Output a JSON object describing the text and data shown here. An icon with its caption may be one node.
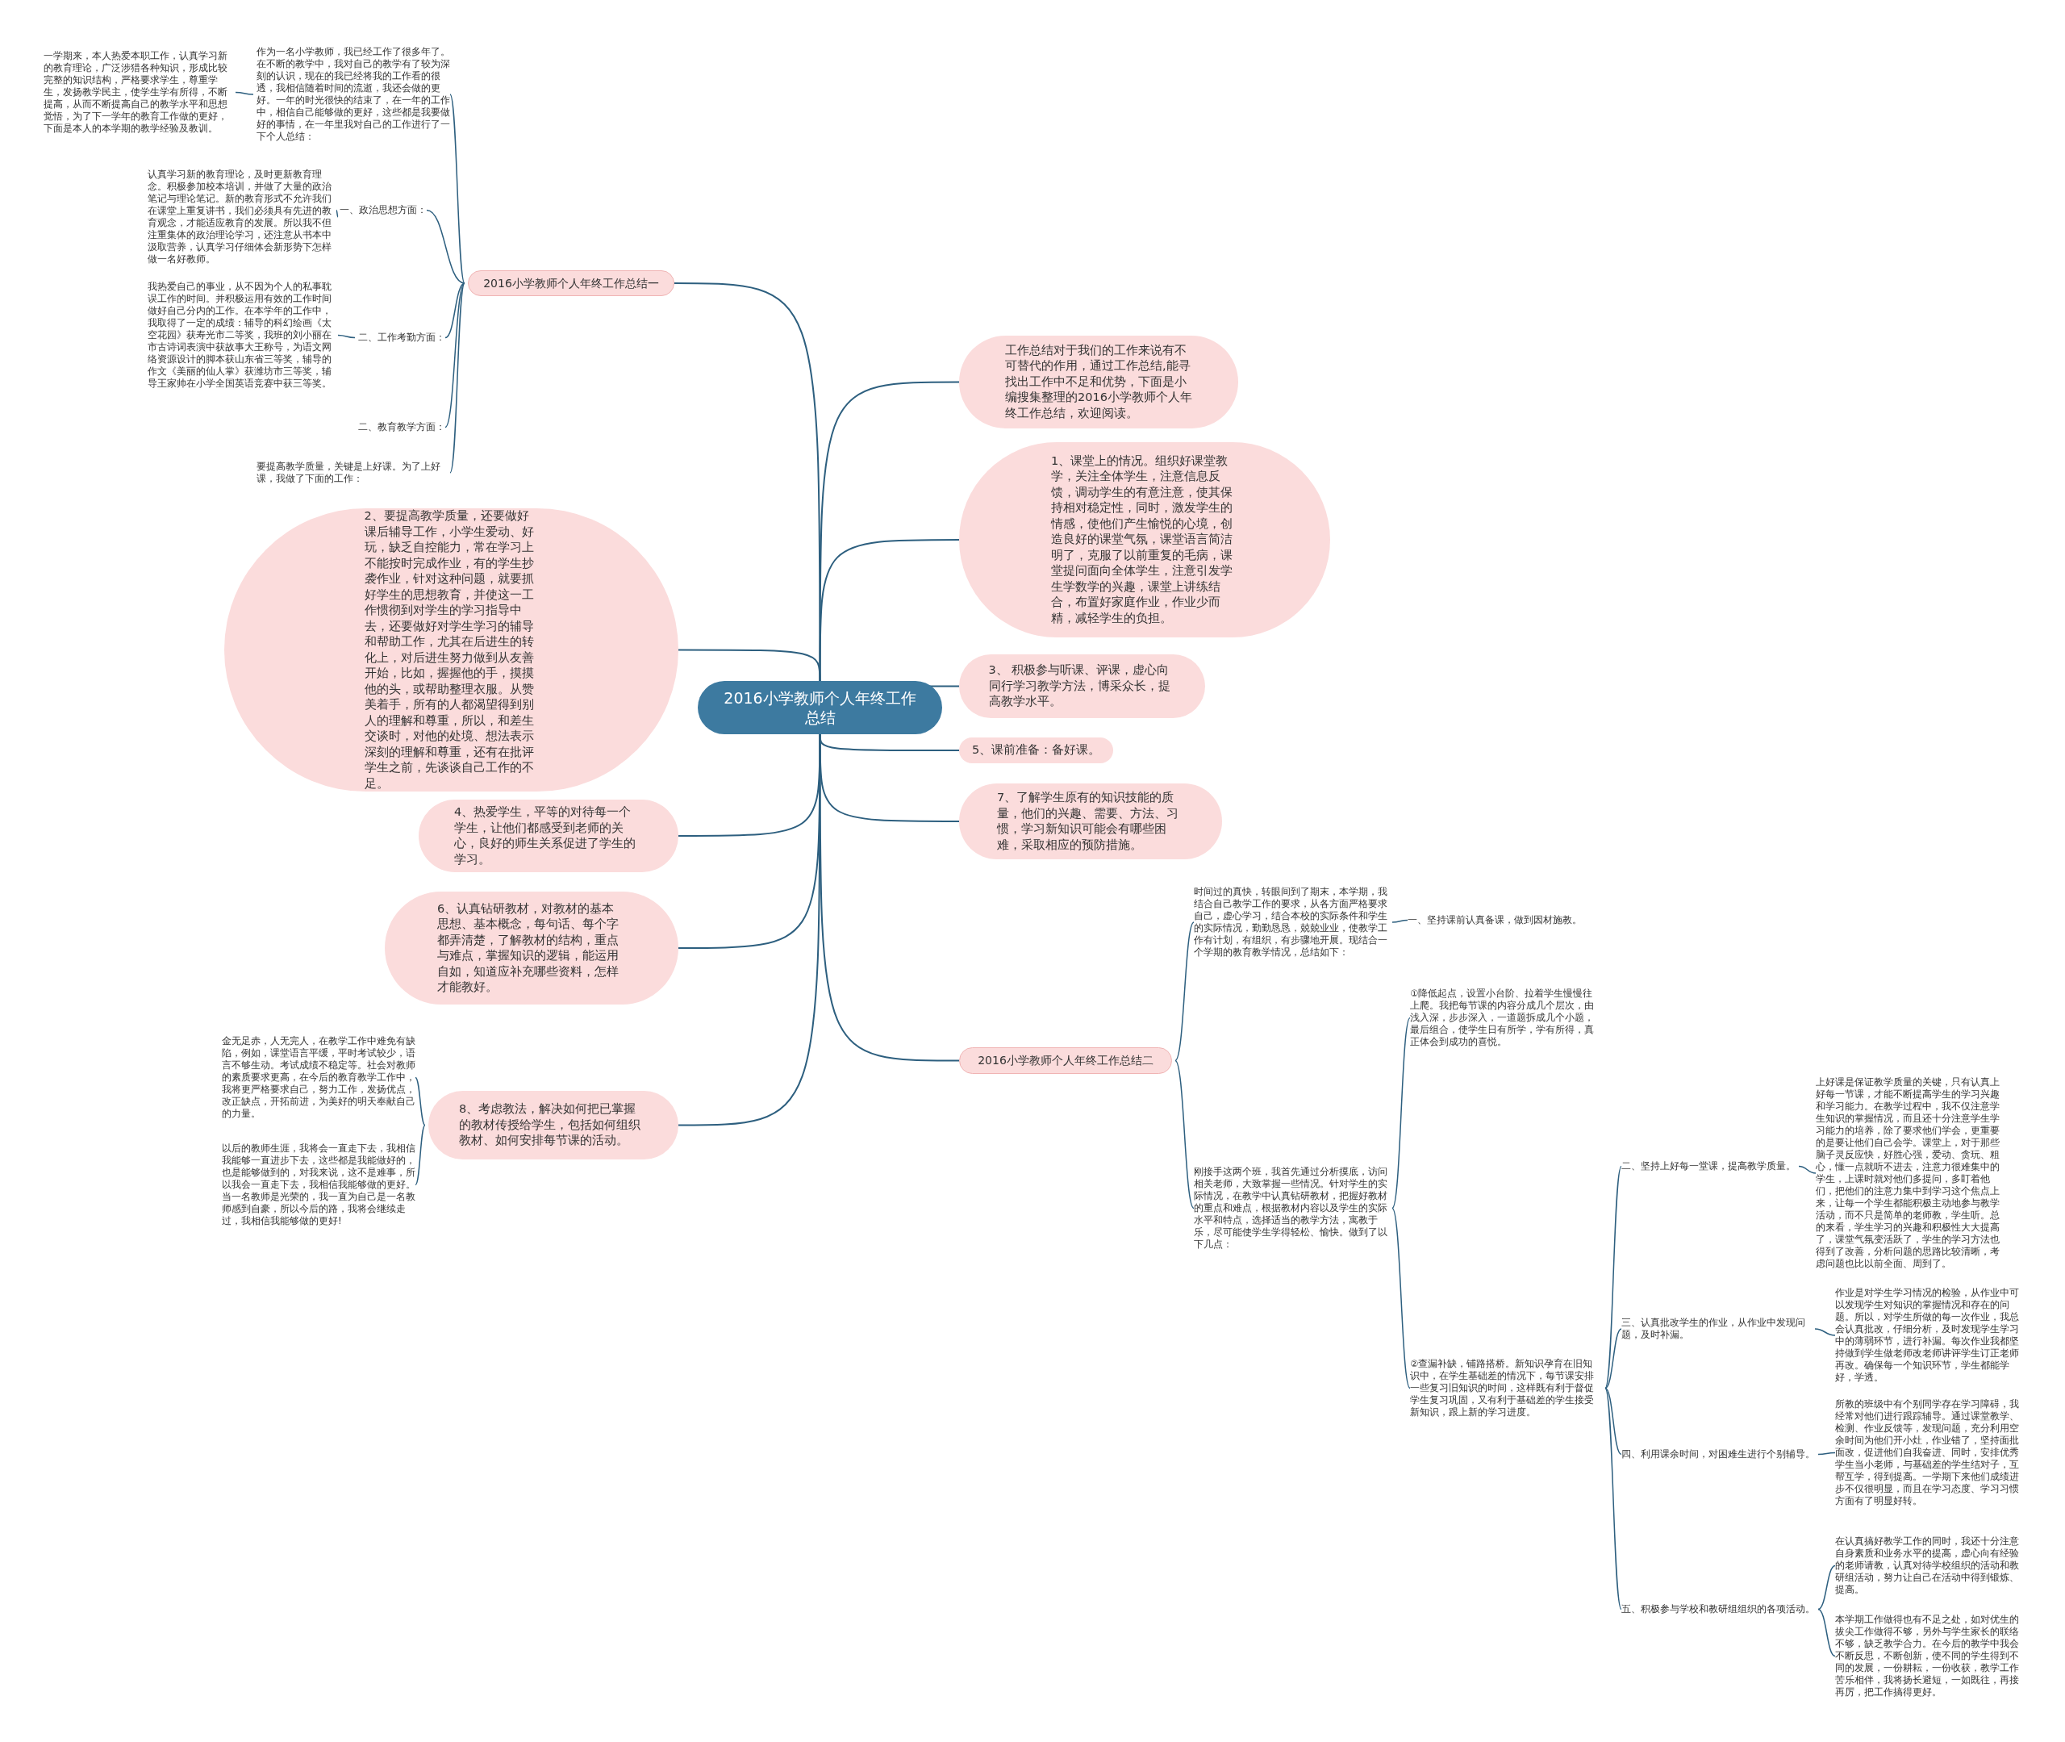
{
  "diagram": {
    "nodes": [
      {
        "text": [
          "2016小学教师个人年终工作总结"
        ]
      },
      {
        "text": [
          "2016小学教师个人年终工作总结一"
        ]
      },
      {
        "text": [
          "作为一名小学教师，我已经工作了很多年了。在不断的教学中，我对自己的教学有了较为深刻的认识，现在的我已经将我的工作看的很透，我相信随着时间的流逝，我还会做的更好。一年的时光很快的结束了，在一年的工作中，相信自己能够做的更好，这些都是我要做好的事情，在一年里我对自己的工作进行了一下个人总结："
        ]
      },
      {
        "text": [
          "一学期来，本人热爱本职工作，认真学习新的教育理论，广泛涉猎各种知识，形成比较完整的知识结构，严格要求学生，尊重学生，发扬教学民主，使学生学有所得，不断提高，从而不断提高自己的教学水平和思想觉悟，为了下一学年的教育工作做的更好，下面是本人的本学期的教学经验及教训。"
        ]
      },
      {
        "text": [
          "一、政治思想方面："
        ]
      },
      {
        "text": [
          "认真学习新的教育理论，及时更新教育理念。积极参加校本培训，并做了大量的政治笔记与理论笔记。新的教育形式不允许我们在课堂上重复讲书，我们必须具有先进的教育观念，才能适应教育的发展。所以我不但注重集体的政治理论学习，还注意从书本中汲取营养，认真学习仔细体会新形势下怎样做一名好教师。"
        ]
      },
      {
        "text": [
          "二、工作考勤方面："
        ]
      },
      {
        "text": [
          "我热爱自己的事业，从不因为个人的私事耽误工作的时间。并积极运用有效的工作时间做好自己分内的工作。在本学年的工作中，我取得了一定的成绩：辅导的科幻绘画《太空花园》获寿光市二等奖，我班的刘小丽在市古诗词表演中获故事大王称号，为语文网络资源设计的脚本获山东省三等奖，辅导的作文《美丽的仙人掌》获潍坊市三等奖，辅导王家帅在小学全国英语竞赛中获三等奖。"
        ]
      },
      {
        "text": [
          "二、教育教学方面："
        ]
      },
      {
        "text": [
          "要提高教学质量，关键是上好课。为了上好课，我做了下面的工作："
        ]
      },
      {
        "text": [
          "2、要提高教学质量，还要做好课后辅导工作，小学生爱动、好玩，缺乏自控能力，常在学习上不能按时完成作业，有的学生抄袭作业，针对这种问题，就要抓好学生的思想教育，并使这一工作惯彻到对学生的学习指导中去，还要做好对学生学习的辅导和帮助工作，尤其在后进生的转化上，对后进生努力做到从友善开始，比如，握握他的手，摸摸他的头，或帮助整理衣服。从赞美着手，所有的人都渴望得到别人的理解和尊重，所以，和差生交谈时，对他的处境、想法表示深刻的理解和尊重，还有在批评学生之前，先谈谈自己工作的不足。"
        ]
      },
      {
        "text": [
          "4、热爱学生，平等的对待每一个学生，让他们都感受到老师的关心，良好的师生关系促进了学生的学习。"
        ]
      },
      {
        "text": [
          "6、认真钻研教材，对教材的基本思想、基本概念，每句话、每个字都弄清楚，了解教材的结构，重点与难点，掌握知识的逻辑，能运用自如，知道应补充哪些资料，怎样才能教好。"
        ]
      },
      {
        "text": [
          "8、考虑教法，解决如何把已掌握的教材传授给学生，包括如何组织教材、如何安排每节课的活动。"
        ]
      },
      {
        "text": [
          "金无足赤，人无完人，在教学工作中难免有缺陷，例如，课堂语言平缓，平时考试较少，语言不够生动。考试成绩不稳定等。社会对教师的素质要求更高，在今后的教育教学工作中，我将更严格要求自己，努力工作，发扬优点，改正缺点，开拓前进，为美好的明天奉献自己的力量。"
        ]
      },
      {
        "text": [
          "以后的教师生涯，我将会一直走下去，我相信我能够一直进步下去，这些都是我能做好的，也是能够做到的，对我来说，这不是难事，所以我会一直走下去，我相信我能够做的更好。当一名教师是光荣的，我一直为自己是一名教师感到自豪，所以今后的路，我将会继续走过，我相信我能够做的更好!"
        ]
      },
      {
        "text": [
          "工作总结对于我们的工作来说有不可替代的作用，通过工作总结,能寻找出工作中不足和优势，下面是小编搜集整理的2016小学教师个人年终工作总结，欢迎阅读。"
        ]
      },
      {
        "text": [
          "1、课堂上的情况。组织好课堂教学，关注全体学生，注意信息反馈，调动学生的有意注意，使其保持相对稳定性，同时，激发学生的情感，使他们产生愉悦的心境，创造良好的课堂气氛，课堂语言简洁明了，克服了以前重复的毛病，课堂提问面向全体学生，注意引发学生学数学的兴趣，课堂上讲练结合，布置好家庭作业，作业少而精，减轻学生的负担。"
        ]
      },
      {
        "text": [
          "3、 积极参与听课、评课，虚心向同行学习教学方法，博采众长，提高教学水平。"
        ]
      },
      {
        "text": [
          "5、课前准备：备好课。"
        ]
      },
      {
        "text": [
          "7、了解学生原有的知识技能的质量，他们的兴趣、需要、方法、习惯，学习新知识可能会有哪些困难，采取相应的预防措施。"
        ]
      },
      {
        "text": [
          "2016小学教师个人年终工作总结二"
        ]
      },
      {
        "text": [
          "时间过的真快，转眼间到了期末，本学期，我结合自己教学工作的要求，从各方面严格要求自己，虚心学习，结合本校的实际条件和学生的实际情况，勤勤恳恳，兢兢业业，使教学工作有计划，有组织，有步骤地开展。现结合一个学期的教育教学情况，总结如下："
        ]
      },
      {
        "text": [
          "一、坚持课前认真备课，做到因材施教。"
        ]
      },
      {
        "text": [
          "刚接手这两个班，我首先通过分析摸底，访问相关老师，大致掌握一些情况。针对学生的实际情况，在教学中认真钻研教材，把握好教材的重点和难点，根据教材内容以及学生的实际水平和特点，选择适当的教学方法，寓教于乐，尽可能使学生学得轻松、愉快。做到了以下几点："
        ]
      },
      {
        "text": [
          "①降低起点，设置小台阶、拉着学生慢慢往上爬。我把每节课的内容分成几个层次，由浅入深，步步深入，一道题拆成几个小题，最后组合，使学生日有所学，学有所得，真正体会到成功的喜悦。"
        ]
      },
      {
        "text": [
          "②查漏补缺，铺路搭桥。新知识孕育在旧知识中，在学生基础差的情况下，每节课安排一些复习旧知识的时间，这样既有利于督促学生复习巩固，又有利于基础差的学生接受新知识，跟上新的学习进度。"
        ]
      },
      {
        "text": [
          "二、坚持上好每一堂课，提高教学质量。"
        ]
      },
      {
        "text": [
          "上好课是保证教学质量的关键，只有认真上好每一节课，才能不断提高学生的学习兴趣和学习能力。在教学过程中，我不仅注意学生知识的掌握情况，而且还十分注意学生学习能力的培养，除了要求他们学会，更重要的是要让他们自己会学。课堂上，对于那些脑子灵反应快，好胜心强，爱动、贪玩、粗心，懂一点就听不进去，注意力很难集中的学生，上课时就对他们多提问，多盯着他们，把他们的注意力集中到学习这个焦点上来，让每一个学生都能积极主动地参与教学活动，而不只是简单的老师教，学生听。总的来看，学生学习的兴趣和积极性大大提高了，课堂气氛变活跃了，学生的学习方法也得到了改善，分析问题的思路比较清晰，考虑问题也比以前全面、周到了。"
        ]
      },
      {
        "text": [
          "三、认真批改学生的作业，从作业中发现问题，及时补漏。"
        ]
      },
      {
        "text": [
          "作业是对学生学习情况的检验，从作业中可以发现学生对知识的掌握情况和存在的问题。所以，对学生所做的每一次作业，我总会认真批改，仔细分析，及时发现学生学习中的薄弱环节，进行补漏。每次作业我都坚持做到学生做老师改老师讲评学生订正老师再改。确保每一个知识环节，学生都能学好，学透。"
        ]
      },
      {
        "text": [
          "四、利用课余时间，对困难生进行个别辅导。"
        ]
      },
      {
        "text": [
          "所教的班级中有个别同学存在学习障碍，我经常对他们进行跟踪辅导。通过课堂教学、检测、作业反馈等，发现问题，充分利用空余时间为他们开小灶，作业错了，坚持面批面改，促进他们自我奋进、同时，安排优秀学生当小老师，与基础差的学生结对子，互帮互学，得到提高。一学期下来他们成绩进步不仅很明显，而且在学习态度、学习习惯方面有了明显好转。"
        ]
      },
      {
        "text": [
          "五、积极参与学校和教研组组织的各项活动。"
        ]
      },
      {
        "text": [
          "在认真搞好教学工作的同时，我还十分注意自身素质和业务水平的提高，虚心向有经验的老师请教，认真对待学校组织的活动和教研组活动，努力让自己在活动中得到锻炼、提高。"
        ]
      },
      {
        "text": [
          "本学期工作做得也有不足之处，如对优生的拔尖工作做得不够，另外与学生家长的联络不够，缺乏教学合力。在今后的教学中我会不断反思，不断创新，使不同的学生得到不同的发展，一份耕耘，一份收获，教学工作苦乐相伴，我将扬长避短，一如既往，再接再厉，把工作搞得更好。"
        ]
      }
    ],
    "edges": [
      {
        "from": 0,
        "to": 1,
        "arrow": "none"
      },
      {
        "from": 1,
        "to": 2,
        "arrow": "none"
      },
      {
        "from": 2,
        "to": 3,
        "arrow": "none"
      },
      {
        "from": 1,
        "to": 4,
        "arrow": "none"
      },
      {
        "from": 4,
        "to": 5,
        "arrow": "none"
      },
      {
        "from": 1,
        "to": 6,
        "arrow": "none"
      },
      {
        "from": 6,
        "to": 7,
        "arrow": "none"
      },
      {
        "from": 1,
        "to": 8,
        "arrow": "none"
      },
      {
        "from": 1,
        "to": 9,
        "arrow": "none"
      },
      {
        "from": 0,
        "to": 10,
        "arrow": "none"
      },
      {
        "from": 0,
        "to": 11,
        "arrow": "none"
      },
      {
        "from": 0,
        "to": 12,
        "arrow": "none"
      },
      {
        "from": 0,
        "to": 13,
        "arrow": "none"
      },
      {
        "from": 13,
        "to": 14,
        "arrow": "none"
      },
      {
        "from": 13,
        "to": 15,
        "arrow": "none"
      },
      {
        "from": 0,
        "to": 16,
        "arrow": "none"
      },
      {
        "from": 0,
        "to": 17,
        "arrow": "none"
      },
      {
        "from": 0,
        "to": 18,
        "arrow": "none"
      },
      {
        "from": 0,
        "to": 19,
        "arrow": "none"
      },
      {
        "from": 0,
        "to": 20,
        "arrow": "none"
      },
      {
        "from": 0,
        "to": 21,
        "arrow": "none"
      },
      {
        "from": 21,
        "to": 22,
        "arrow": "none"
      },
      {
        "from": 22,
        "to": 23,
        "arrow": "none"
      },
      {
        "from": 21,
        "to": 24,
        "arrow": "none"
      },
      {
        "from": 24,
        "to": 25,
        "arrow": "none"
      },
      {
        "from": 24,
        "to": 26,
        "arrow": "none"
      },
      {
        "from": 26,
        "to": 27,
        "arrow": "none"
      },
      {
        "from": 27,
        "to": 28,
        "arrow": "none"
      },
      {
        "from": 26,
        "to": 29,
        "arrow": "none"
      },
      {
        "from": 29,
        "to": 30,
        "arrow": "none"
      },
      {
        "from": 26,
        "to": 31,
        "arrow": "none"
      },
      {
        "from": 31,
        "to": 32,
        "arrow": "none"
      },
      {
        "from": 26,
        "to": 33,
        "arrow": "none"
      },
      {
        "from": 33,
        "to": 34,
        "arrow": "none"
      },
      {
        "from": 33,
        "to": 35,
        "arrow": "none"
      }
    ]
  }
}
